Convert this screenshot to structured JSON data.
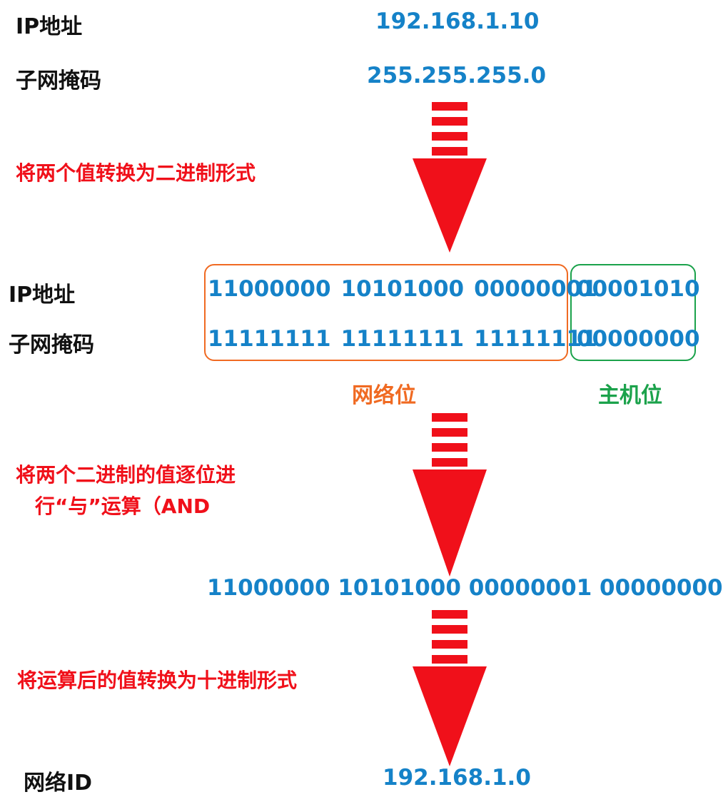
{
  "colors": {
    "blue": "#1582C8",
    "red": "#F0101A",
    "orange": "#F06A22",
    "green": "#1BA24B",
    "black": "#111111"
  },
  "step1": {
    "ip_label": "IP地址",
    "ip_value": "192.168.1.10",
    "mask_label": "子网掩码",
    "mask_value": "255.255.255.0"
  },
  "note1": "将两个值转换为二进制形式",
  "step2": {
    "ip_label": "IP地址",
    "ip_network_bits": [
      "11000000",
      "10101000",
      "00000001"
    ],
    "ip_host_bits": "00001010",
    "mask_label": "子网掩码",
    "mask_network_bits": [
      "11111111",
      "11111111",
      "11111111"
    ],
    "mask_host_bits": "00000000",
    "network_tag": "网络位",
    "host_tag": "主机位"
  },
  "note2": {
    "line1": "将两个二进制的值逐位进",
    "line2": "行“与”运算（AND"
  },
  "step3": {
    "result_bits": "11000000 10101000 00000001 00000000"
  },
  "note3": "将运算后的值转换为十进制形式",
  "step4": {
    "label": "网络ID",
    "value": "192.168.1.0"
  },
  "icons": {
    "arrow": "equals-down-arrow-icon"
  }
}
